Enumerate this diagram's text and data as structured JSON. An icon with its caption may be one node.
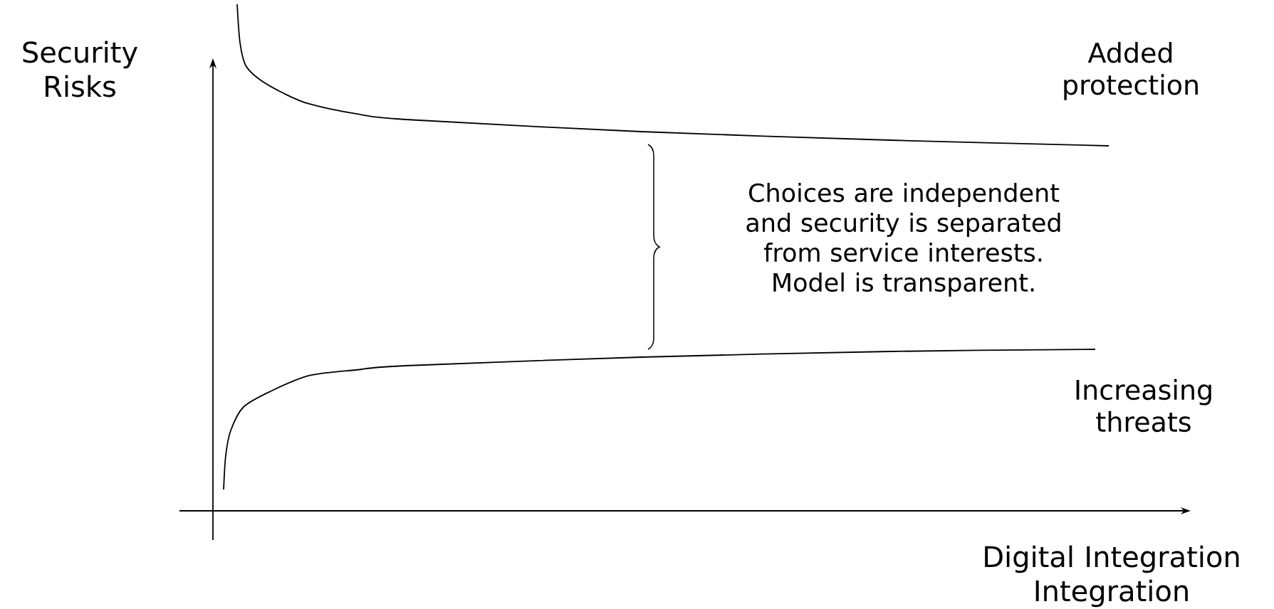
{
  "diagram": {
    "labels": [
      "Security Risks",
      "Added protection",
      "Choices are independent and security is separated from service interests. Model is transparent.",
      "Increasing threats",
      "Digital Integration Integration"
    ]
  }
}
